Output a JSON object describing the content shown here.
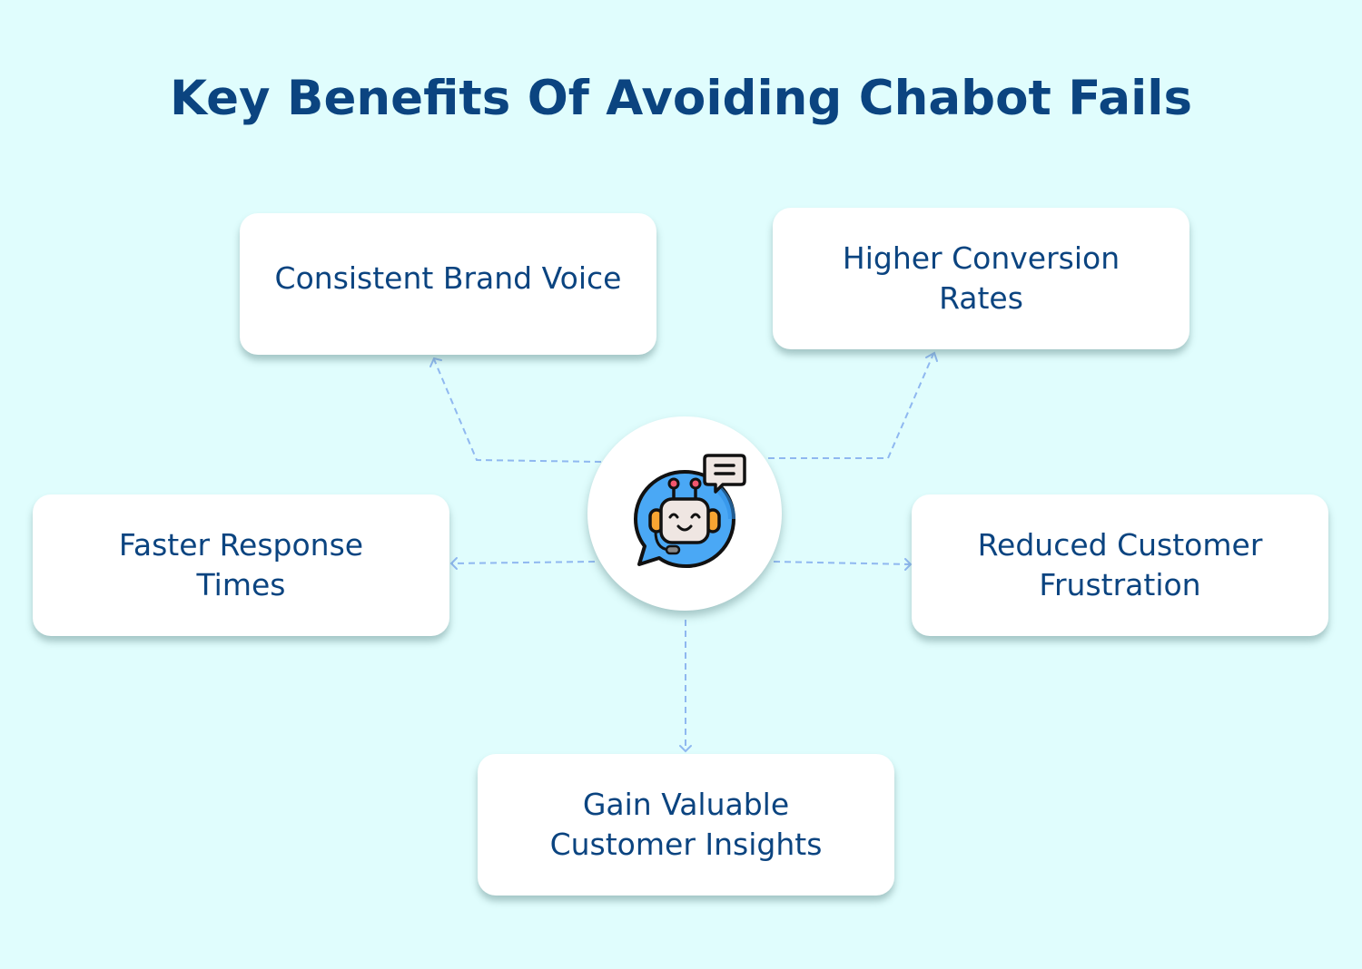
{
  "title": "Key Benefits Of Avoiding Chabot Fails",
  "center": {
    "icon": "chatbot-robot-icon"
  },
  "benefits": [
    {
      "id": "brand",
      "lines": [
        "Consistent Brand Voice"
      ]
    },
    {
      "id": "conversion",
      "lines": [
        "Higher Conversion",
        "Rates"
      ]
    },
    {
      "id": "response",
      "lines": [
        "Faster Response",
        "Times"
      ]
    },
    {
      "id": "frustration",
      "lines": [
        "Reduced Customer",
        "Frustration"
      ]
    },
    {
      "id": "insights",
      "lines": [
        "Gain Valuable",
        "Customer Insights"
      ]
    }
  ],
  "colors": {
    "background": "#e0fdfd",
    "text": "#0b4480",
    "connector": "#8fb8f0",
    "box": "#ffffff"
  }
}
